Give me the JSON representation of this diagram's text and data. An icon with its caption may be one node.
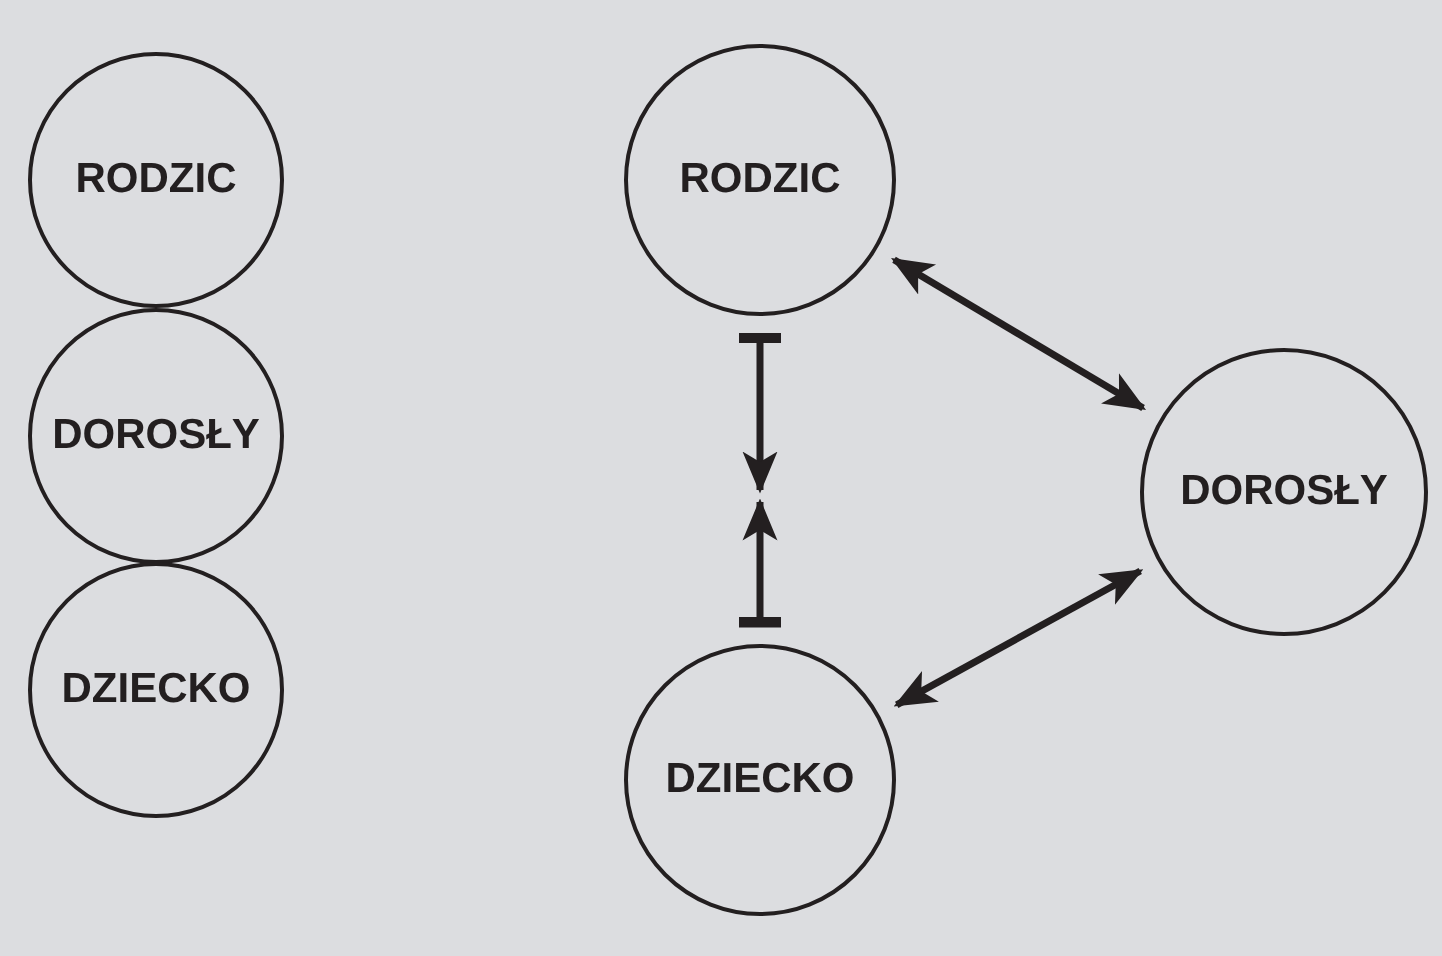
{
  "diagram": {
    "nodes": [
      {
        "text": [
          "RODZIC"
        ]
      },
      {
        "text": [
          "DOROSŁY"
        ]
      },
      {
        "text": [
          "DZIECKO"
        ]
      },
      {
        "text": [
          "RODZIC"
        ]
      },
      {
        "text": [
          "DZIECKO"
        ]
      },
      {
        "text": [
          "DOROSŁY"
        ]
      }
    ],
    "edges": [
      {
        "from": 3,
        "to": 5,
        "arrow": "both"
      },
      {
        "from": 4,
        "to": 5,
        "arrow": "both"
      },
      {
        "from": 3,
        "to": null,
        "arrow": "to"
      },
      {
        "from": 4,
        "to": null,
        "arrow": "to"
      }
    ]
  }
}
